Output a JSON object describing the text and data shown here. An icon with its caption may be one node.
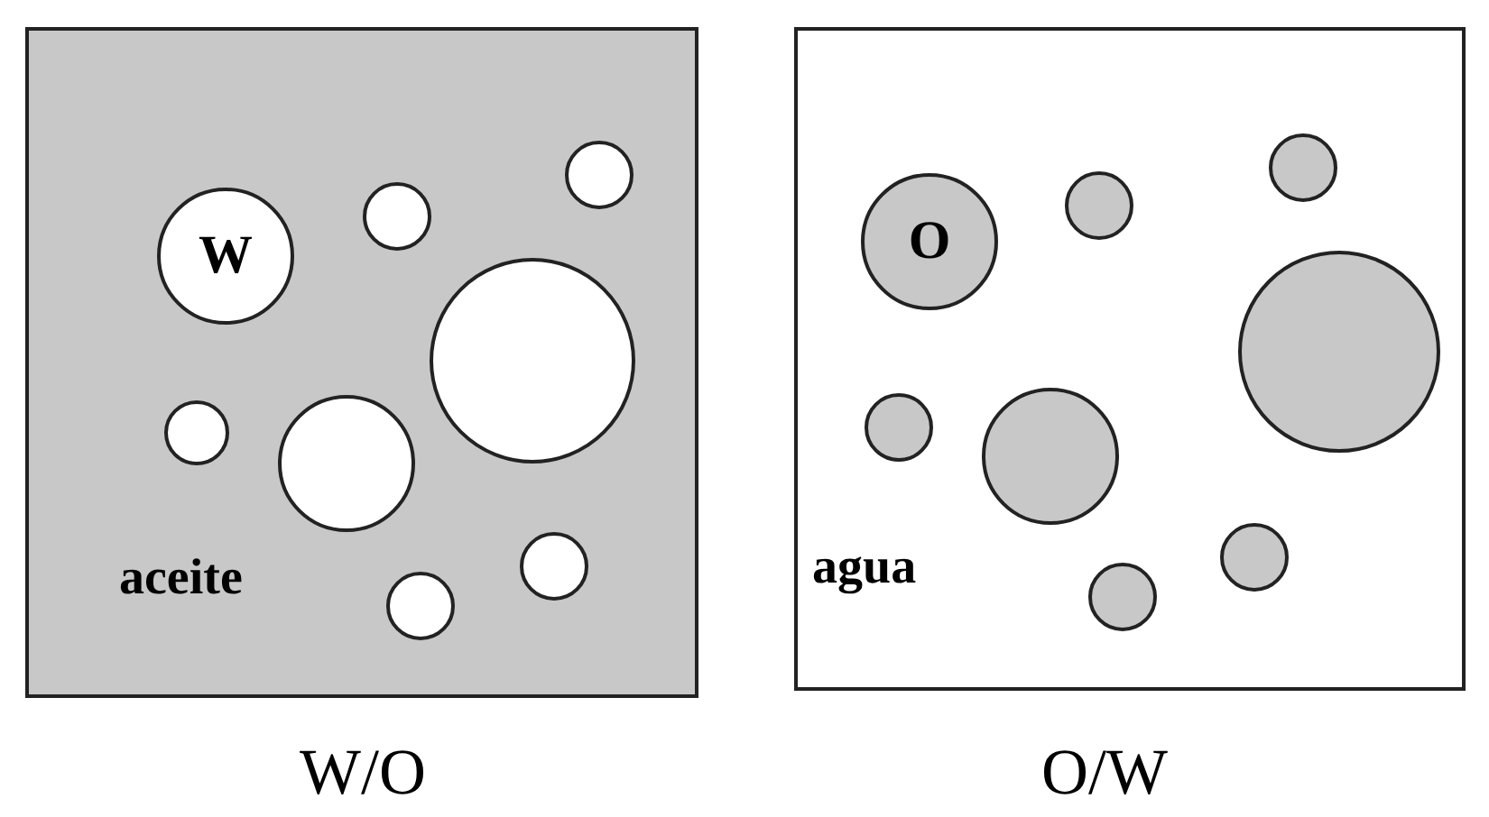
{
  "diagram": {
    "nodes": [
      {
        "text": [
          "aceite"
        ],
        "beside": [
          "W/O"
        ]
      },
      {
        "text": [
          "W"
        ],
        "in": 0
      },
      {
        "text": [],
        "shape": "circle",
        "in": 0
      },
      {
        "text": [],
        "shape": "circle",
        "in": 0
      },
      {
        "text": [],
        "shape": "circle",
        "in": 0
      },
      {
        "text": [],
        "shape": "circle",
        "in": 0
      },
      {
        "text": [],
        "shape": "circle",
        "in": 0
      },
      {
        "text": [],
        "shape": "circle",
        "in": 0
      },
      {
        "text": [],
        "shape": "circle",
        "in": 0
      },
      {
        "text": [
          "agua"
        ],
        "beside": [
          "O/W"
        ]
      },
      {
        "text": [
          "O"
        ],
        "in": 9
      },
      {
        "text": [],
        "shape": "circle",
        "in": 9
      },
      {
        "text": [],
        "shape": "circle",
        "in": 9
      },
      {
        "text": [],
        "shape": "circle",
        "in": 9
      },
      {
        "text": [],
        "shape": "circle",
        "in": 9
      },
      {
        "text": [],
        "shape": "circle",
        "in": 9
      },
      {
        "text": [],
        "shape": "circle",
        "in": 9
      },
      {
        "text": [],
        "shape": "circle",
        "in": 9
      }
    ]
  }
}
